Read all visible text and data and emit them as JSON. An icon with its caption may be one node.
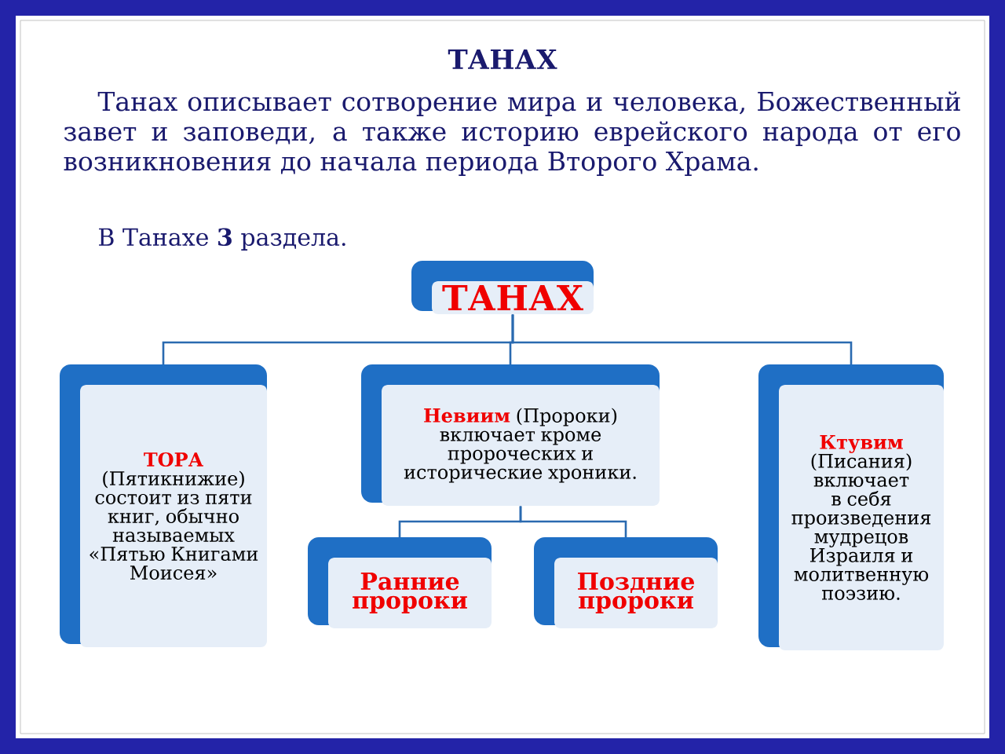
{
  "diagram": {
    "title": "ТАНАХ",
    "nodes": [
      {
        "text": [
          "ТАНАХ"
        ]
      },
      {
        "text": [
          "ТОРА",
          "(Пятикнижие) состоит из пяти книг, обычно называемых «Пятью Книгами Моисея»"
        ]
      },
      {
        "text": [
          "Невиим",
          "(Пророки) включает кроме пророческих и исторические хроники."
        ]
      },
      {
        "text": [
          "Ранние пророки"
        ]
      },
      {
        "text": [
          "Поздние пророки"
        ]
      },
      {
        "text": [
          "Ктувим",
          "(Писания) включает в себя произведения мудрецов Израиля и молитвенную поэзию."
        ]
      }
    ],
    "edges": [
      {
        "from": 0,
        "to": 1,
        "arrow": "none"
      },
      {
        "from": 0,
        "to": 2,
        "arrow": "none"
      },
      {
        "from": 0,
        "to": 5,
        "arrow": "none"
      },
      {
        "from": 2,
        "to": 3,
        "arrow": "none"
      },
      {
        "from": 2,
        "to": 4,
        "arrow": "none"
      }
    ],
    "labels": [
      "Танах описывает сотворение мира и человека, Божественный завет и заповеди, а также историю еврейского народа от его возникновения до начала периода Второго Храма.",
      "В Танахе **3** раздела."
    ]
  }
}
